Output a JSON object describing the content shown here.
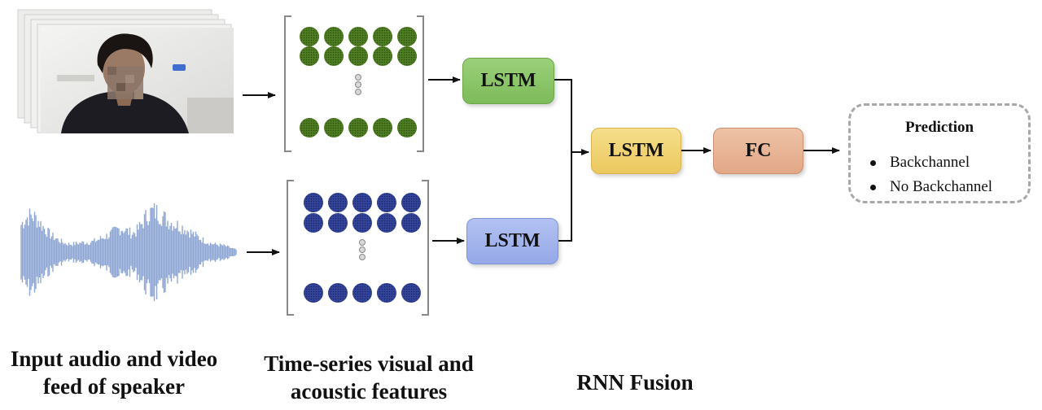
{
  "lstm_visual": "LSTM",
  "lstm_acoustic": "LSTM",
  "lstm_fusion": "LSTM",
  "fc": "FC",
  "prediction": {
    "title": "Prediction",
    "items": [
      "Backchannel",
      "No Backchannel"
    ]
  },
  "captions": {
    "input": [
      "Input audio and video",
      "feed of speaker"
    ],
    "features": [
      "Time-series visual and",
      "acoustic features"
    ],
    "fusion": "RNN Fusion"
  },
  "colors": {
    "visual_feature": "#4a7a1e",
    "acoustic_feature": "#2b3a8c",
    "lstm_visual": "#8cc66a",
    "lstm_acoustic": "#a3b4ee",
    "lstm_fusion": "#f0d278",
    "fc": "#e8b496",
    "waveform": "#8fa6d4"
  }
}
